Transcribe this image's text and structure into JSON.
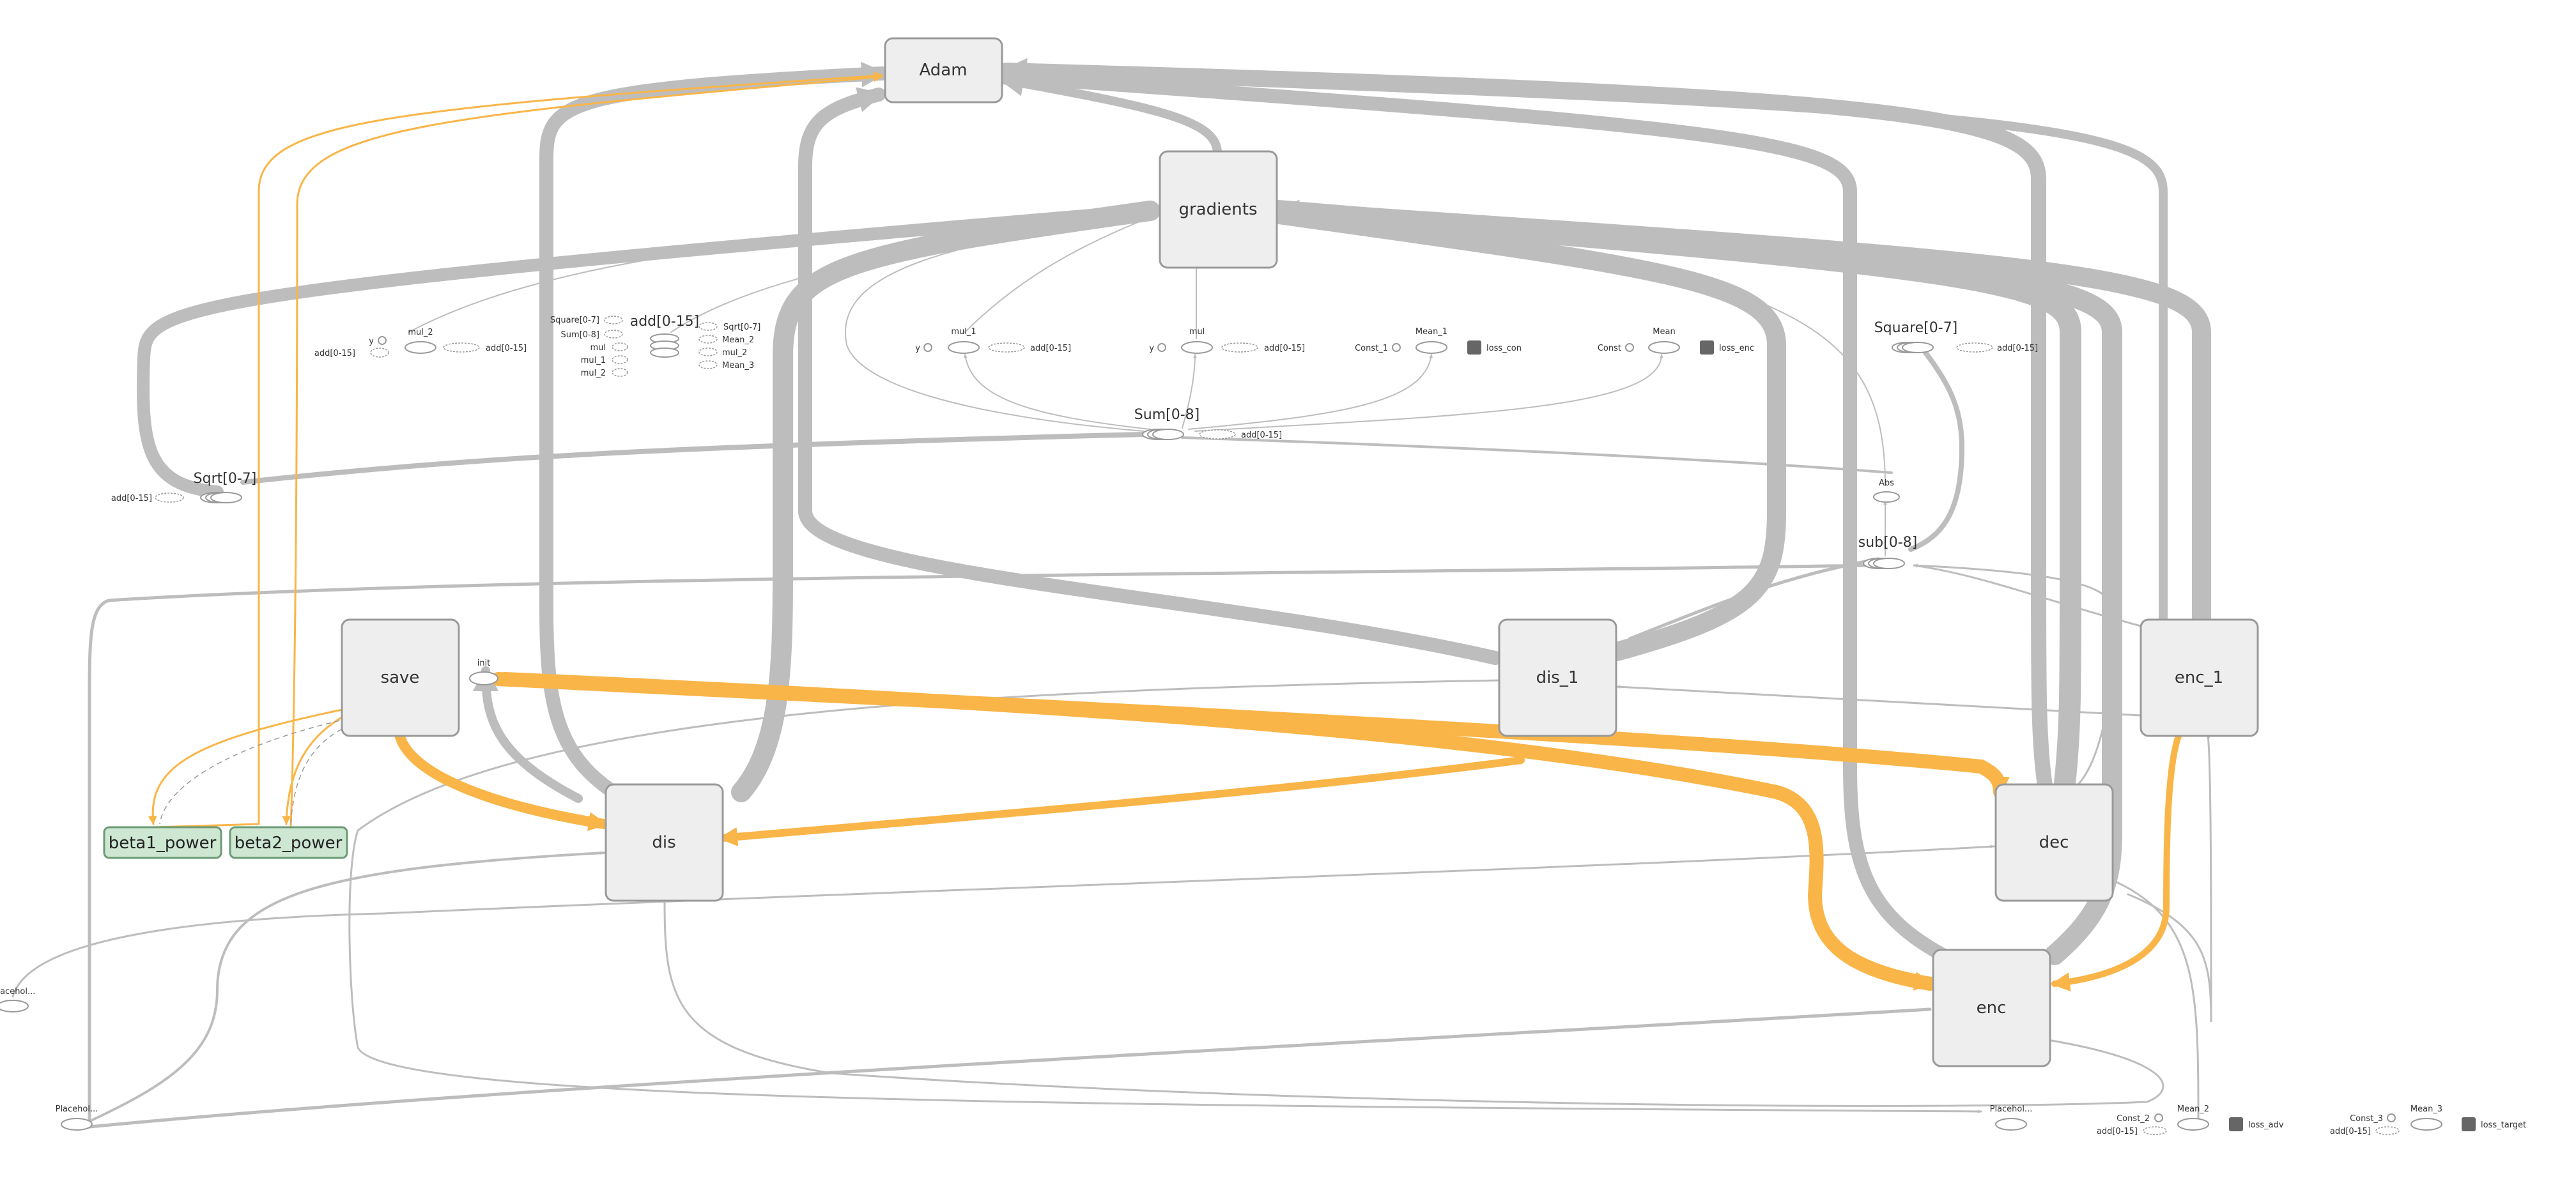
{
  "graph": {
    "nodes": {
      "adam": "Adam",
      "gradients": "gradients",
      "save": "save",
      "init": "init",
      "dis": "dis",
      "dis_1": "dis_1",
      "dec": "dec",
      "enc": "enc",
      "enc_1": "enc_1",
      "beta1_power": "beta1_power",
      "beta2_power": "beta2_power"
    },
    "ops": {
      "mul_2": "mul_2",
      "add_0_15": "add[0-15]",
      "mul_1": "mul_1",
      "mul": "mul",
      "mean_1": "Mean_1",
      "mean": "Mean",
      "square_0_7": "Square[0-7]",
      "sum_0_8": "Sum[0-8]",
      "sqrt_0_7": "Sqrt[0-7]",
      "abs": "Abs",
      "sub_0_8": "sub[0-8]",
      "mean_2": "Mean_2",
      "mean_3": "Mean_3",
      "placeholder_left": "Placehol...",
      "placeholder_bottom_left": "Placehol...",
      "placeholder_bottom_right": "Placehol..."
    },
    "small_labels": {
      "y": "y",
      "add_0_15": "add[0-15]",
      "square_0_7": "Square[0-7]",
      "sum_0_8": "Sum[0-8]",
      "mul": "mul",
      "mul_1": "mul_1",
      "mul_2": "mul_2",
      "sqrt_0_7": "Sqrt[0-7]",
      "mean_2": "Mean_2",
      "mean_3": "Mean_3",
      "const": "Const",
      "const_1": "Const_1",
      "const_2": "Const_2",
      "const_3": "Const_3",
      "loss_con": "loss_con",
      "loss_enc": "loss_enc",
      "loss_adv": "loss_adv",
      "loss_target": "loss_target"
    },
    "colors": {
      "node_fill": "#eeeeee",
      "node_stroke": "#999999",
      "edge": "#bdbdbd",
      "highlight_edge": "#f9b548",
      "variable_fill": "#cde7d2",
      "variable_stroke": "#6b9a74",
      "summary_icon": "#666666"
    }
  }
}
